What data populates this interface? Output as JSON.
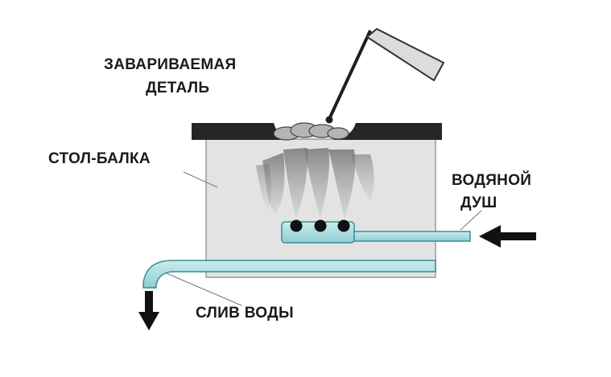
{
  "labels": {
    "workpiece_line1": "ЗАВАРИВАЕМАЯ",
    "workpiece_line2": "ДЕТАЛЬ",
    "table_beam": "СТОЛ-БАЛКА",
    "water_shower_line1": "ВОДЯНОЙ",
    "water_shower_line2": "ДУШ",
    "water_drain": "СЛИВ ВОДЫ"
  },
  "colors": {
    "table_fill": "#e3e3e3",
    "table_stroke": "#9a9a9a",
    "workpiece": "#262626",
    "weld_bead": "#b4b4b4",
    "water_pipe": "#a8dadd",
    "water_pipe_stroke": "#3c8c92",
    "arrow": "#111111",
    "electrode_holder": "#dcdcdc"
  }
}
